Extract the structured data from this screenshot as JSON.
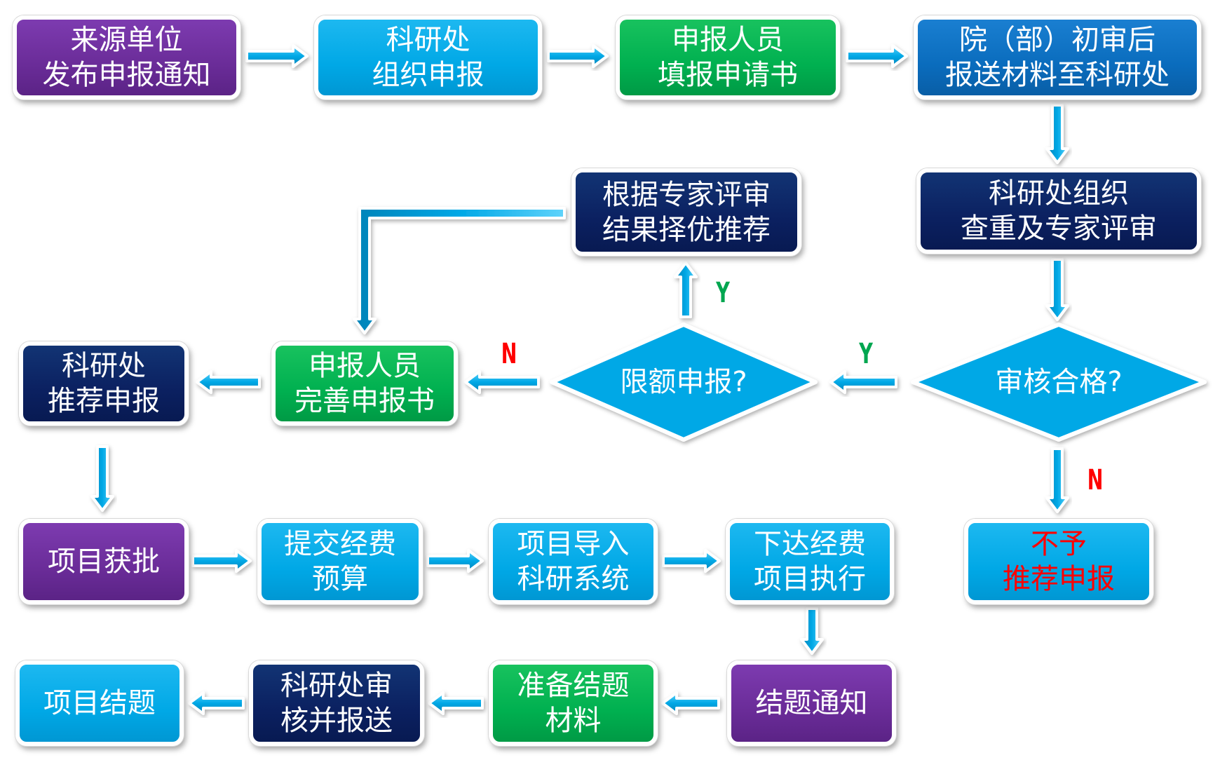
{
  "title": "科研项目申报与管理流程图",
  "colors": {
    "purple": "#6a2c98",
    "cyan": "#00a8e6",
    "green": "#00b050",
    "blue": "#0a6cbd",
    "navy": "#0b2060",
    "arrow": "#00a8e6",
    "yes_label": "#00a650",
    "no_label": "#ff0000"
  },
  "nodes": {
    "publish_notice": {
      "lines": [
        "来源单位",
        "发布申报通知"
      ],
      "color": "purple"
    },
    "organize_application": {
      "lines": [
        "科研处",
        "组织申报"
      ],
      "color": "cyan"
    },
    "fill_application": {
      "lines": [
        "申报人员",
        "填报申请书"
      ],
      "color": "green"
    },
    "dept_review": {
      "lines": [
        "院（部）初审后",
        "报送材料至科研处"
      ],
      "color": "blue"
    },
    "expert_review": {
      "lines": [
        "科研处组织",
        "查重及专家评审"
      ],
      "color": "navy"
    },
    "review_passed": {
      "text": "审核合格?",
      "shape": "diamond"
    },
    "quota_limited": {
      "text": "限额申报?",
      "shape": "diamond"
    },
    "select_best": {
      "lines": [
        "根据专家评审",
        "结果择优推荐"
      ],
      "color": "navy"
    },
    "improve_application": {
      "lines": [
        "申报人员",
        "完善申报书"
      ],
      "color": "green"
    },
    "recommend_application": {
      "lines": [
        "科研处",
        "推荐申报"
      ],
      "color": "navy"
    },
    "not_recommended": {
      "lines": [
        "不予",
        "推荐申报"
      ],
      "color": "cyan",
      "text_color": "red"
    },
    "project_approved": {
      "lines": [
        "项目获批"
      ],
      "color": "purple"
    },
    "submit_budget": {
      "lines": [
        "提交经费",
        "预算"
      ],
      "color": "cyan"
    },
    "import_system": {
      "lines": [
        "项目导入",
        "科研系统"
      ],
      "color": "cyan"
    },
    "issue_funds": {
      "lines": [
        "下达经费",
        "项目执行"
      ],
      "color": "cyan"
    },
    "closing_notice": {
      "lines": [
        "结题通知"
      ],
      "color": "purple"
    },
    "prepare_closing": {
      "lines": [
        "准备结题",
        "材料"
      ],
      "color": "green"
    },
    "review_submit": {
      "lines": [
        "科研处审",
        "核并报送"
      ],
      "color": "navy"
    },
    "project_closed": {
      "lines": [
        "项目结题"
      ],
      "color": "cyan"
    }
  },
  "edge_labels": {
    "review_yes": "Y",
    "review_no": "N",
    "quota_yes": "Y",
    "quota_no": "N"
  },
  "edges": [
    {
      "from": "publish_notice",
      "to": "organize_application"
    },
    {
      "from": "organize_application",
      "to": "fill_application"
    },
    {
      "from": "fill_application",
      "to": "dept_review"
    },
    {
      "from": "dept_review",
      "to": "expert_review"
    },
    {
      "from": "expert_review",
      "to": "review_passed"
    },
    {
      "from": "review_passed",
      "to": "quota_limited",
      "label": "Y"
    },
    {
      "from": "review_passed",
      "to": "not_recommended",
      "label": "N"
    },
    {
      "from": "quota_limited",
      "to": "select_best",
      "label": "Y"
    },
    {
      "from": "quota_limited",
      "to": "improve_application",
      "label": "N"
    },
    {
      "from": "select_best",
      "to": "improve_application"
    },
    {
      "from": "improve_application",
      "to": "recommend_application"
    },
    {
      "from": "recommend_application",
      "to": "project_approved"
    },
    {
      "from": "project_approved",
      "to": "submit_budget"
    },
    {
      "from": "submit_budget",
      "to": "import_system"
    },
    {
      "from": "import_system",
      "to": "issue_funds"
    },
    {
      "from": "issue_funds",
      "to": "closing_notice"
    },
    {
      "from": "closing_notice",
      "to": "prepare_closing"
    },
    {
      "from": "prepare_closing",
      "to": "review_submit"
    },
    {
      "from": "review_submit",
      "to": "project_closed"
    }
  ]
}
